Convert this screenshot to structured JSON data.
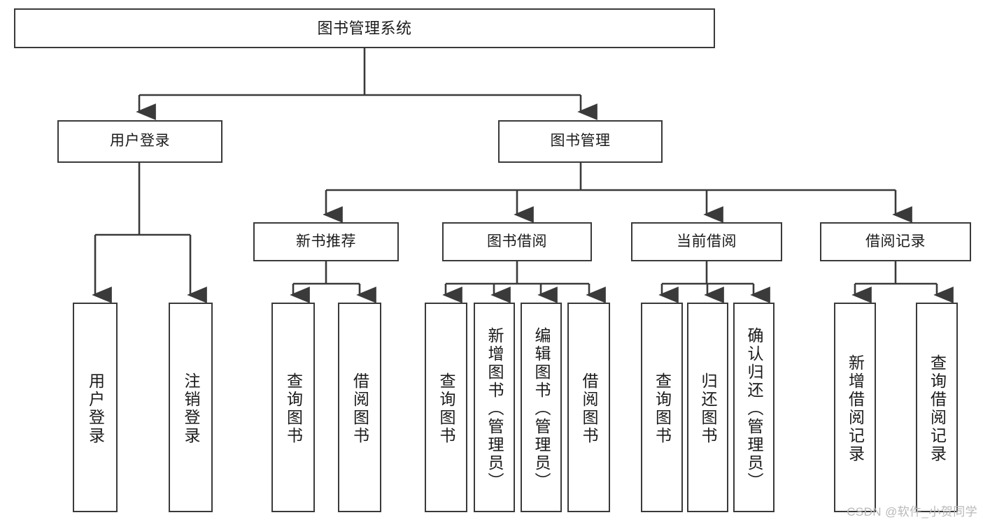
{
  "diagram": {
    "title": "图书管理系统",
    "type": "tree-hierarchy",
    "stroke_color": "#3a3a3a",
    "text_color": "#1b1b1b",
    "background_color": "#ffffff",
    "root": {
      "label": "图书管理系统"
    },
    "level2": [
      {
        "label": "用户登录"
      },
      {
        "label": "图书管理"
      }
    ],
    "level3": [
      {
        "label": "新书推荐"
      },
      {
        "label": "图书借阅"
      },
      {
        "label": "当前借阅"
      },
      {
        "label": "借阅记录"
      }
    ],
    "leaves": {
      "user_login": [
        {
          "label": "用户登录"
        },
        {
          "label": "注销登录"
        }
      ],
      "new_book_recommend": [
        {
          "label": "查询图书"
        },
        {
          "label": "借阅图书"
        }
      ],
      "book_borrow": [
        {
          "label": "查询图书"
        },
        {
          "label": "新增图书（管理员）"
        },
        {
          "label": "编辑图书（管理员）"
        },
        {
          "label": "借阅图书"
        }
      ],
      "current_borrow": [
        {
          "label": "查询图书"
        },
        {
          "label": "归还图书"
        },
        {
          "label": "确认归还（管理员）"
        }
      ],
      "borrow_record": [
        {
          "label": "新增借阅记录"
        },
        {
          "label": "查询借阅记录"
        }
      ]
    }
  },
  "watermark": {
    "text": "CSDN @软件_小贺同学"
  }
}
